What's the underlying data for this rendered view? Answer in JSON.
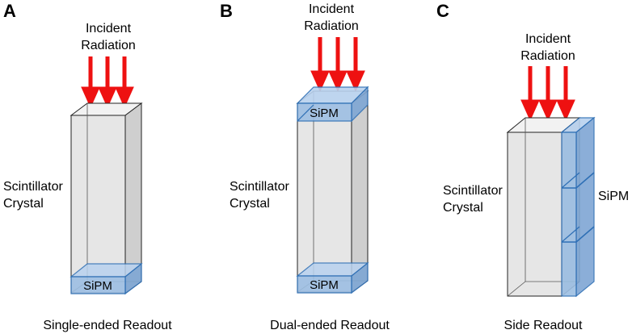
{
  "colors": {
    "crystal_face": "#e6e6e6",
    "crystal_top": "#f2f2f2",
    "crystal_side": "#cfcfcf",
    "crystal_edge": "#222222",
    "sipm_face": "#9dbfe3",
    "sipm_top": "#b9d2ef",
    "sipm_side": "#7fa6d4",
    "sipm_edge": "#2e6fb5",
    "arrow": "#ee1111"
  },
  "panels": [
    {
      "letter": "A",
      "incident_line1": "Incident",
      "incident_line2": "Radiation",
      "crystal_line1": "Scintillator",
      "crystal_line2": "Crystal",
      "sipm_bottom": "SiPM",
      "caption": "Single-ended Readout"
    },
    {
      "letter": "B",
      "incident_line1": "Incident",
      "incident_line2": "Radiation",
      "crystal_line1": "Scintillator",
      "crystal_line2": "Crystal",
      "sipm_top": "SiPM",
      "sipm_bottom": "SiPM",
      "caption": "Dual-ended Readout"
    },
    {
      "letter": "C",
      "incident_line1": "Incident",
      "incident_line2": "Radiation",
      "crystal_line1": "Scintillator",
      "crystal_line2": "Crystal",
      "sipm_side": "SiPM",
      "caption": "Side Readout"
    }
  ]
}
